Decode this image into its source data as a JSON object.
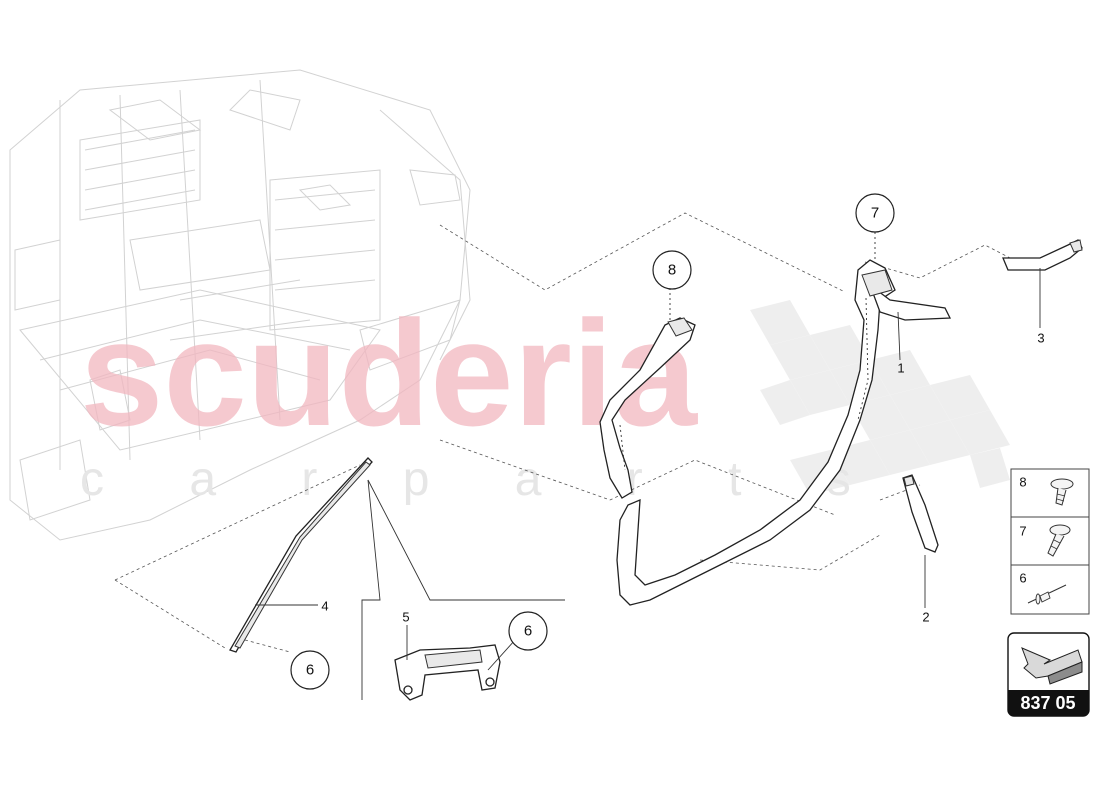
{
  "watermark": {
    "brand": "scuderia",
    "sub": "c a r   p a r t s"
  },
  "callouts": [
    {
      "id": "c1",
      "label": "1",
      "circled": false
    },
    {
      "id": "c2",
      "label": "2",
      "circled": false
    },
    {
      "id": "c3",
      "label": "3",
      "circled": false
    },
    {
      "id": "c4",
      "label": "4",
      "circled": false
    },
    {
      "id": "c5",
      "label": "5",
      "circled": false
    },
    {
      "id": "c6a",
      "label": "6",
      "circled": true
    },
    {
      "id": "c6b",
      "label": "6",
      "circled": true
    },
    {
      "id": "c7",
      "label": "7",
      "circled": true
    },
    {
      "id": "c8",
      "label": "8",
      "circled": true
    }
  ],
  "legend": {
    "rows": [
      {
        "label": "8",
        "icon": "screw-washer-head-icon"
      },
      {
        "label": "7",
        "icon": "screw-pan-head-icon"
      },
      {
        "label": "6",
        "icon": "rivet-icon"
      }
    ]
  },
  "diagram_code": {
    "code": "837 05",
    "icon": "direction-arrow-icon"
  },
  "colors": {
    "watermark_pink": "#f2b7c0",
    "badge_black": "#111111"
  }
}
